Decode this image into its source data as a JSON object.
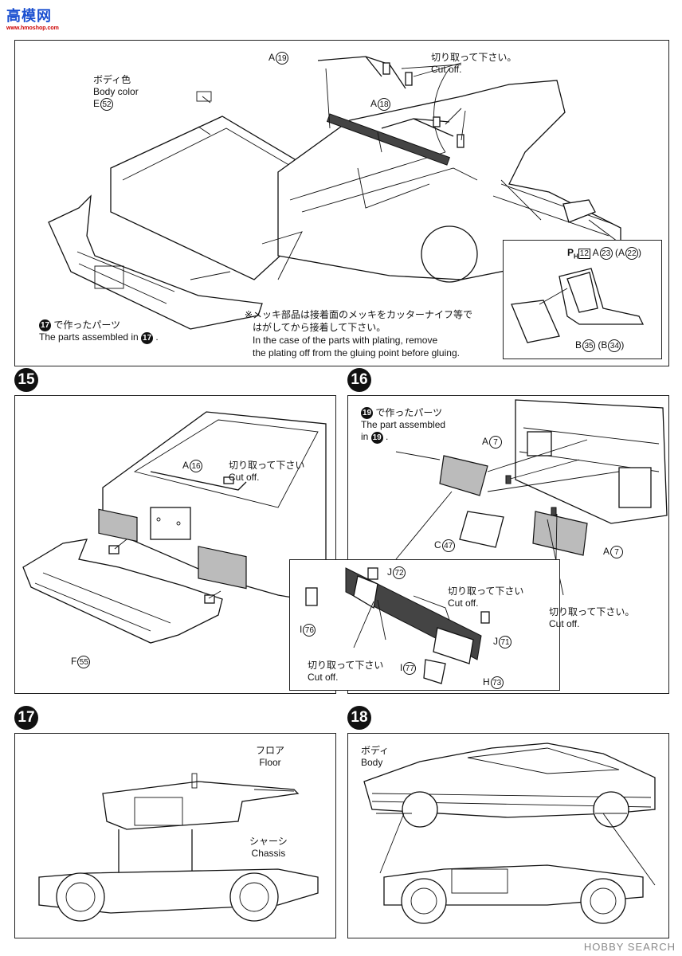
{
  "site_logo": {
    "title": "高模网",
    "sub": "www.hmoshop.com"
  },
  "watermark": "HOBBY SEARCH",
  "top": {
    "body_color_jp": "ボディ色",
    "body_color_en": "Body color",
    "part_E52": "52",
    "part_E52_prefix": "E",
    "part_A19": "19",
    "part_A19_prefix": "A",
    "part_A18": "18",
    "part_A18_prefix": "A",
    "cut_off_jp": "切り取って下さい。",
    "cut_off_en": "Cut off.",
    "parts17_jp": "で作ったパーツ",
    "parts17_en": "The parts assembled in",
    "step_ref_17": "17",
    "plating_jp_1": "※メッキ部品は接着面のメッキをカッターナイフ等で",
    "plating_jp_2": "はがしてから接着して下さい。",
    "plating_en_1": "In the case of the parts with plating, remove",
    "plating_en_2": "the plating off from the gluing point before gluing.",
    "mirror_ph": "P",
    "mirror_ph_sub": "H",
    "mirror_ph_num": "12",
    "mirror_a23": "23",
    "mirror_a22": "22",
    "mirror_b35": "35",
    "mirror_b34": "34"
  },
  "step15": {
    "num": "15",
    "part_A16": "16",
    "part_A16_prefix": "A",
    "cut_off_jp": "切り取って下さい",
    "cut_off_en": "Cut off.",
    "part_F55": "55",
    "part_F55_prefix": "F"
  },
  "step16": {
    "num": "16",
    "ref19": "19",
    "parts19_jp": "で作ったパーツ",
    "parts19_en_1": "The part assembled",
    "parts19_en_2": "in",
    "a7": "7",
    "c47": "47",
    "j72": "72",
    "i76": "76",
    "i77": "77",
    "j71": "71",
    "h73": "73",
    "cut_off_jp": "切り取って下さい",
    "cut_off_jp2": "切り取って下さい。",
    "cut_off_en": "Cut off."
  },
  "step17": {
    "num": "17",
    "floor_jp": "フロア",
    "floor_en": "Floor",
    "chassis_jp": "シャーシ",
    "chassis_en": "Chassis"
  },
  "step18": {
    "num": "18",
    "body_jp": "ボディ",
    "body_en": "Body"
  }
}
